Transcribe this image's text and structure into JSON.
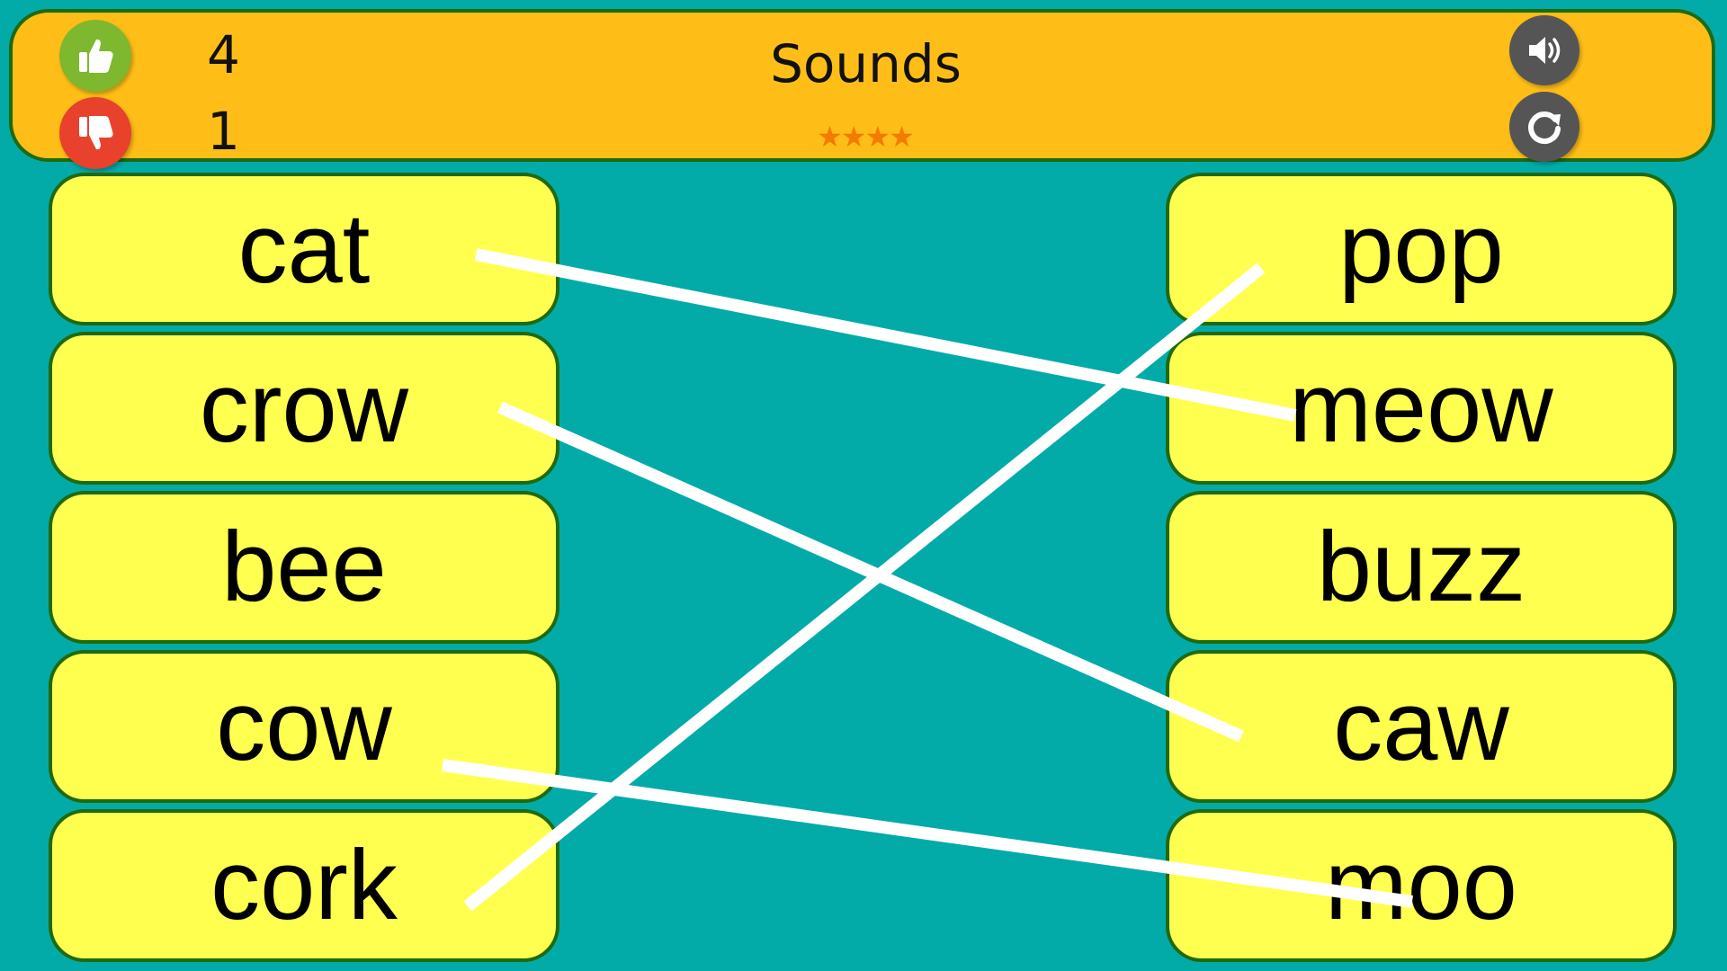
{
  "header": {
    "title": "Sounds",
    "correct_count": "4",
    "wrong_count": "1",
    "stars": [
      "★",
      "★",
      "★",
      "★"
    ],
    "star_color": "#F47A00",
    "icons": {
      "correct": "thumbs-up-icon",
      "wrong": "thumbs-down-icon",
      "sound": "speaker-icon",
      "restart": "restart-icon"
    }
  },
  "left_words": [
    "cat",
    "crow",
    "bee",
    "cow",
    "cork"
  ],
  "right_words": [
    "pop",
    "meow",
    "buzz",
    "caw",
    "moo"
  ],
  "links": [
    {
      "left": "cat",
      "right": "meow"
    },
    {
      "left": "crow",
      "right": "caw"
    },
    {
      "left": "cow",
      "right": "moo"
    },
    {
      "left": "cork",
      "right": "pop"
    }
  ],
  "colors": {
    "background": "#03ABA8",
    "header": "#FFBE17",
    "card": "#FFFF4F",
    "border": "#1E6A0F",
    "link": "#FFFFFF",
    "thumbs_up": "#7DB82E",
    "thumbs_down": "#E8412C",
    "control_button": "#555555"
  }
}
